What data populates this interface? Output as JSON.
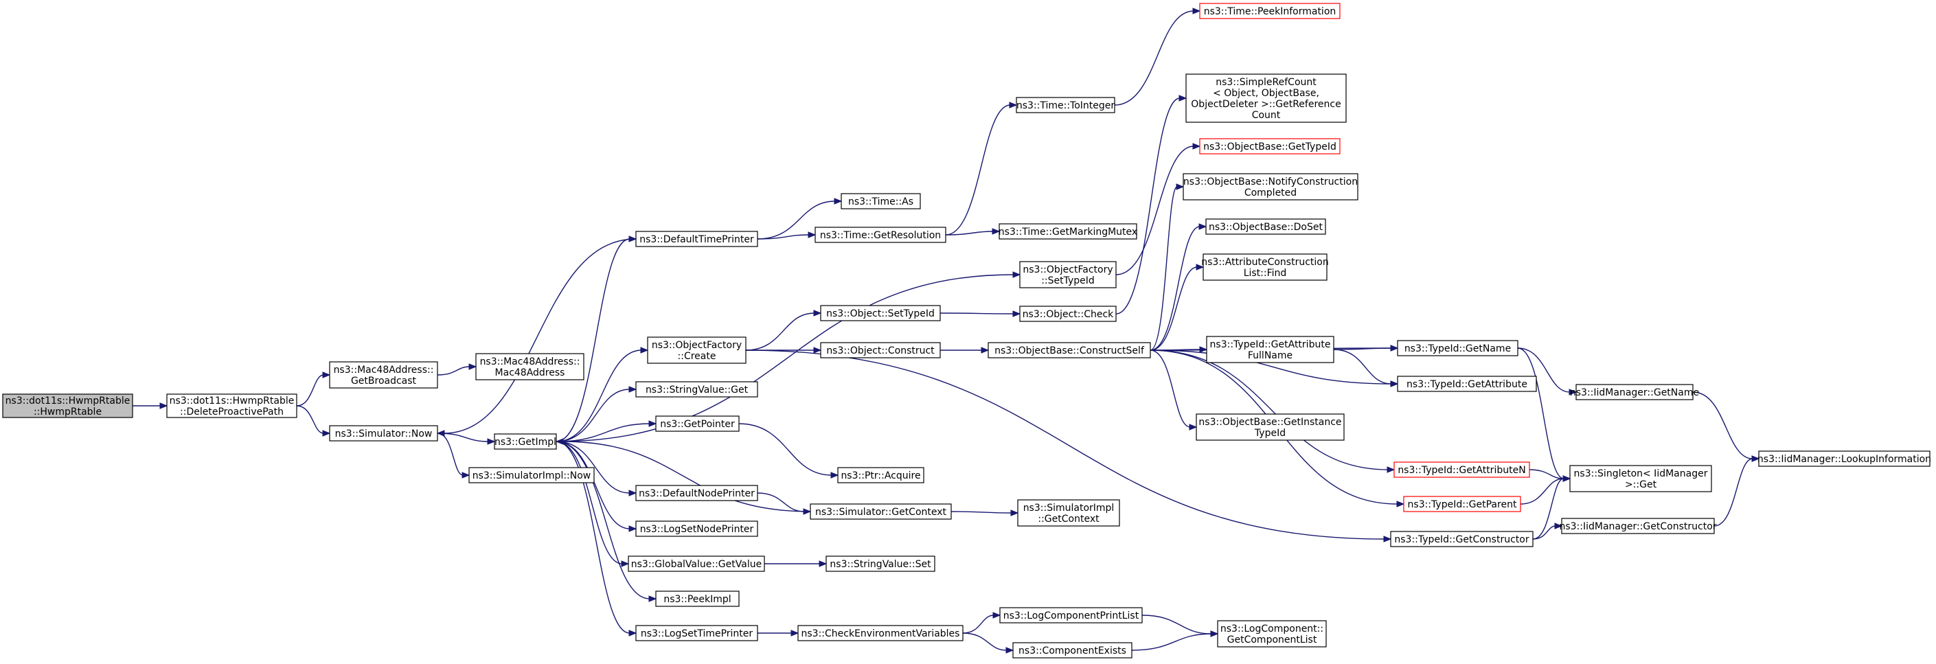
{
  "diagram": {
    "nodes": [
      {
        "id": "root",
        "lines": [
          "ns3::dot11s::HwmpRtable",
          "::HwmpRtable"
        ],
        "style": "root"
      },
      {
        "id": "delpro",
        "lines": [
          "ns3::dot11s::HwmpRtable",
          "::DeleteProactivePath"
        ]
      },
      {
        "id": "getbcast",
        "lines": [
          "ns3::Mac48Address::",
          "GetBroadcast"
        ]
      },
      {
        "id": "simnow",
        "lines": [
          "ns3::Simulator::Now"
        ]
      },
      {
        "id": "mac48",
        "lines": [
          "ns3::Mac48Address::",
          "Mac48Address"
        ]
      },
      {
        "id": "getimpl",
        "lines": [
          "ns3::GetImpl"
        ]
      },
      {
        "id": "simimplnow",
        "lines": [
          "ns3::SimulatorImpl::Now"
        ]
      },
      {
        "id": "deftp",
        "lines": [
          "ns3::DefaultTimePrinter"
        ]
      },
      {
        "id": "objfcreate",
        "lines": [
          "ns3::ObjectFactory",
          "::Create"
        ]
      },
      {
        "id": "strvalget",
        "lines": [
          "ns3::StringValue::Get"
        ]
      },
      {
        "id": "getpointer",
        "lines": [
          "ns3::GetPointer"
        ]
      },
      {
        "id": "defnp",
        "lines": [
          "ns3::DefaultNodePrinter"
        ]
      },
      {
        "id": "logsetnp",
        "lines": [
          "ns3::LogSetNodePrinter"
        ]
      },
      {
        "id": "gvgetvalue",
        "lines": [
          "ns3::GlobalValue::GetValue"
        ]
      },
      {
        "id": "peekimpl",
        "lines": [
          "ns3::PeekImpl"
        ]
      },
      {
        "id": "logsettp",
        "lines": [
          "ns3::LogSetTimePrinter"
        ]
      },
      {
        "id": "timeas",
        "lines": [
          "ns3::Time::As"
        ]
      },
      {
        "id": "timegetres",
        "lines": [
          "ns3::Time::GetResolution"
        ]
      },
      {
        "id": "objsettid",
        "lines": [
          "ns3::Object::SetTypeId"
        ]
      },
      {
        "id": "objconstruct",
        "lines": [
          "ns3::Object::Construct"
        ]
      },
      {
        "id": "ptracq",
        "lines": [
          "ns3::Ptr::Acquire"
        ]
      },
      {
        "id": "simgetctx",
        "lines": [
          "ns3::Simulator::GetContext"
        ]
      },
      {
        "id": "strvalset",
        "lines": [
          "ns3::StringValue::Set"
        ]
      },
      {
        "id": "checkenv",
        "lines": [
          "ns3::CheckEnvironmentVariables"
        ]
      },
      {
        "id": "timetoint",
        "lines": [
          "ns3::Time::ToInteger"
        ]
      },
      {
        "id": "timegetmm",
        "lines": [
          "ns3::Time::GetMarkingMutex"
        ]
      },
      {
        "id": "objfsettid",
        "lines": [
          "ns3::ObjectFactory",
          "::SetTypeId"
        ]
      },
      {
        "id": "objcheck",
        "lines": [
          "ns3::Object::Check"
        ]
      },
      {
        "id": "obcs",
        "lines": [
          "ns3::ObjectBase::ConstructSelf"
        ]
      },
      {
        "id": "simimplgetctx",
        "lines": [
          "ns3::SimulatorImpl",
          "::GetContext"
        ]
      },
      {
        "id": "logcpl",
        "lines": [
          "ns3::LogComponentPrintList"
        ]
      },
      {
        "id": "compexists",
        "lines": [
          "ns3::ComponentExists"
        ]
      },
      {
        "id": "timepeek",
        "lines": [
          "ns3::Time::PeekInformation"
        ],
        "style": "trunc"
      },
      {
        "id": "srcgetref",
        "lines": [
          "ns3::SimpleRefCount",
          "< Object, ObjectBase,",
          "ObjectDeleter >::GetReference",
          "Count"
        ]
      },
      {
        "id": "obgettid",
        "lines": [
          "ns3::ObjectBase::GetTypeId"
        ],
        "style": "trunc"
      },
      {
        "id": "obnotify",
        "lines": [
          "ns3::ObjectBase::NotifyConstruction",
          "Completed"
        ]
      },
      {
        "id": "obdoset",
        "lines": [
          "ns3::ObjectBase::DoSet"
        ]
      },
      {
        "id": "acfind",
        "lines": [
          "ns3::AttributeConstruction",
          "List::Find"
        ]
      },
      {
        "id": "tidgetattrfn",
        "lines": [
          "ns3::TypeId::GetAttribute",
          "FullName"
        ]
      },
      {
        "id": "obgetinst",
        "lines": [
          "ns3::ObjectBase::GetInstance",
          "TypeId"
        ]
      },
      {
        "id": "tidgetattrn",
        "lines": [
          "ns3::TypeId::GetAttributeN"
        ],
        "style": "trunc"
      },
      {
        "id": "tidgetparent",
        "lines": [
          "ns3::TypeId::GetParent"
        ],
        "style": "trunc"
      },
      {
        "id": "tidgetctor",
        "lines": [
          "ns3::TypeId::GetConstructor"
        ]
      },
      {
        "id": "lcgetcl",
        "lines": [
          "ns3::LogComponent::",
          "GetComponentList"
        ]
      },
      {
        "id": "tidgetname",
        "lines": [
          "ns3::TypeId::GetName"
        ]
      },
      {
        "id": "tidgetattr",
        "lines": [
          "ns3::TypeId::GetAttribute"
        ]
      },
      {
        "id": "singletonget",
        "lines": [
          "ns3::Singleton< IidManager",
          ">::Get"
        ]
      },
      {
        "id": "iidgetname",
        "lines": [
          "ns3::IidManager::GetName"
        ]
      },
      {
        "id": "iidgetctor",
        "lines": [
          "ns3::IidManager::GetConstructor"
        ]
      },
      {
        "id": "iidlookup",
        "lines": [
          "ns3::IidManager::LookupInformation"
        ]
      }
    ],
    "edges": [
      [
        "root",
        "delpro"
      ],
      [
        "delpro",
        "getbcast"
      ],
      [
        "delpro",
        "simnow"
      ],
      [
        "getbcast",
        "mac48"
      ],
      [
        "simnow",
        "getimpl"
      ],
      [
        "simnow",
        "simimplnow"
      ],
      [
        "getimpl",
        "deftp"
      ],
      [
        "getimpl",
        "objfcreate"
      ],
      [
        "getimpl",
        "strvalget"
      ],
      [
        "getimpl",
        "getpointer"
      ],
      [
        "getimpl",
        "defnp"
      ],
      [
        "getimpl",
        "logsetnp"
      ],
      [
        "getimpl",
        "gvgetvalue"
      ],
      [
        "getimpl",
        "peekimpl"
      ],
      [
        "getimpl",
        "logsettp"
      ],
      [
        "getimpl",
        "objfsettid"
      ],
      [
        "deftp",
        "timeas"
      ],
      [
        "deftp",
        "timegetres"
      ],
      [
        "deftp",
        "simnow"
      ],
      [
        "timegetres",
        "timetoint"
      ],
      [
        "timegetres",
        "timegetmm"
      ],
      [
        "timetoint",
        "timepeek"
      ],
      [
        "objfcreate",
        "objsettid"
      ],
      [
        "objfcreate",
        "objconstruct"
      ],
      [
        "objfcreate",
        "tidgetctor"
      ],
      [
        "objsettid",
        "objcheck"
      ],
      [
        "objconstruct",
        "obcs"
      ],
      [
        "objcheck",
        "srcgetref"
      ],
      [
        "objfsettid",
        "obgettid"
      ],
      [
        "getpointer",
        "ptracq"
      ],
      [
        "defnp",
        "simgetctx"
      ],
      [
        "simgetctx",
        "getimpl"
      ],
      [
        "simgetctx",
        "simimplgetctx"
      ],
      [
        "gvgetvalue",
        "strvalset"
      ],
      [
        "logsettp",
        "checkenv"
      ],
      [
        "checkenv",
        "logcpl"
      ],
      [
        "checkenv",
        "compexists"
      ],
      [
        "logcpl",
        "lcgetcl"
      ],
      [
        "compexists",
        "lcgetcl"
      ],
      [
        "obcs",
        "obnotify"
      ],
      [
        "obcs",
        "obdoset"
      ],
      [
        "obcs",
        "acfind"
      ],
      [
        "obcs",
        "tidgetname"
      ],
      [
        "obcs",
        "tidgetattrfn"
      ],
      [
        "obcs",
        "tidgetattr"
      ],
      [
        "obcs",
        "obgetinst"
      ],
      [
        "obcs",
        "tidgetattrn"
      ],
      [
        "obcs",
        "tidgetparent"
      ],
      [
        "tidgetattrfn",
        "tidgetname"
      ],
      [
        "tidgetattrfn",
        "tidgetattr"
      ],
      [
        "tidgetname",
        "iidgetname"
      ],
      [
        "tidgetname",
        "singletonget"
      ],
      [
        "iidgetname",
        "iidlookup"
      ],
      [
        "tidgetattrn",
        "singletonget"
      ],
      [
        "tidgetparent",
        "singletonget"
      ],
      [
        "tidgetctor",
        "singletonget"
      ],
      [
        "tidgetctor",
        "iidgetctor"
      ],
      [
        "iidgetctor",
        "iidlookup"
      ]
    ]
  }
}
